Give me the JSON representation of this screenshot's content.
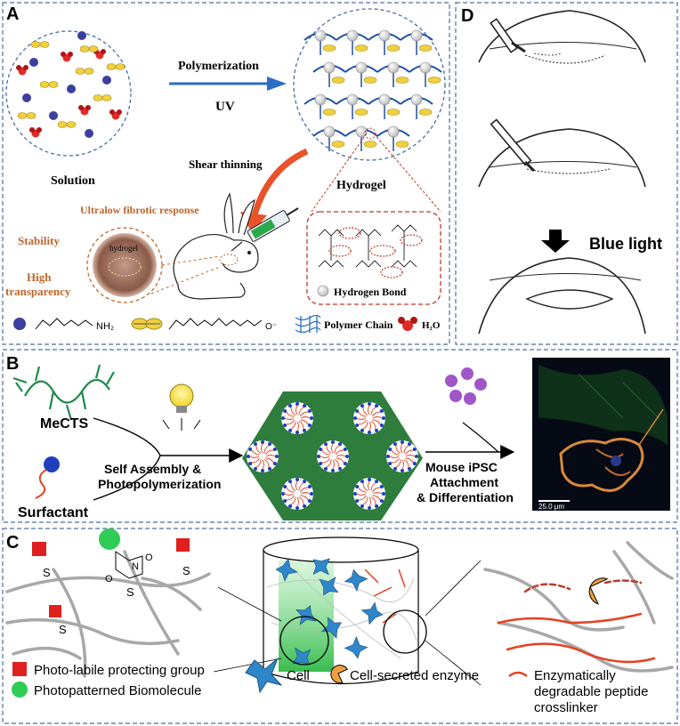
{
  "panels": {
    "a": {
      "letter": "A",
      "arrow_top": "Polymerization",
      "arrow_bottom": "UV",
      "solution": "Solution",
      "hydrogel": "Hydrogel",
      "shear": "Shear thinning",
      "fibrotic": "Ultralow fibrotic response",
      "stability": "Stability",
      "transparency_1": "High",
      "transparency_2": "transparency",
      "hydrogel_small": "hydrogel",
      "hbond": "Hydrogen Bond",
      "legend_polymer": "Polymer Chain",
      "legend_water": "H₂O",
      "nh2": "NH₂",
      "o_minus": "O⁻"
    },
    "b": {
      "letter": "B",
      "mects": "MeCTS",
      "surfactant": "Surfactant",
      "self_assembly_1": "Self Assembly &",
      "self_assembly_2": "Photopolymerization",
      "ipsc_1": "Mouse iPSC",
      "ipsc_2": "Attachment",
      "ipsc_3": "& Differentiation",
      "scale": "25.0 μm"
    },
    "c": {
      "letter": "C",
      "s_label": "S",
      "o_label": "O",
      "n_label": "N",
      "legend_photolabile": "Photo-labile protecting group",
      "legend_photopatterned": "Photopatterned Biomolecule",
      "legend_cell": "Cell",
      "legend_enzyme": "Cell-secreted enzyme",
      "legend_peptide_1": "Enzymatically",
      "legend_peptide_2": "degradable peptide",
      "legend_peptide_3": "crosslinker"
    },
    "d": {
      "letter": "D",
      "blue_light": "Blue light"
    }
  },
  "colors": {
    "frame": "#4a6fa5",
    "orange_text": "#c0652a",
    "arrow_blue": "#2a6fc4",
    "arrow_orange": "#e8532a",
    "red_dash": "#c0392b",
    "green": "#1f8a4c",
    "hex_green": "#2e7d3c",
    "cell_blue": "#2f86c9",
    "photolabile": "#e02020",
    "biomolecule": "#2ecc55",
    "enzyme": "#f0a040",
    "peptide": "#e8401f"
  }
}
